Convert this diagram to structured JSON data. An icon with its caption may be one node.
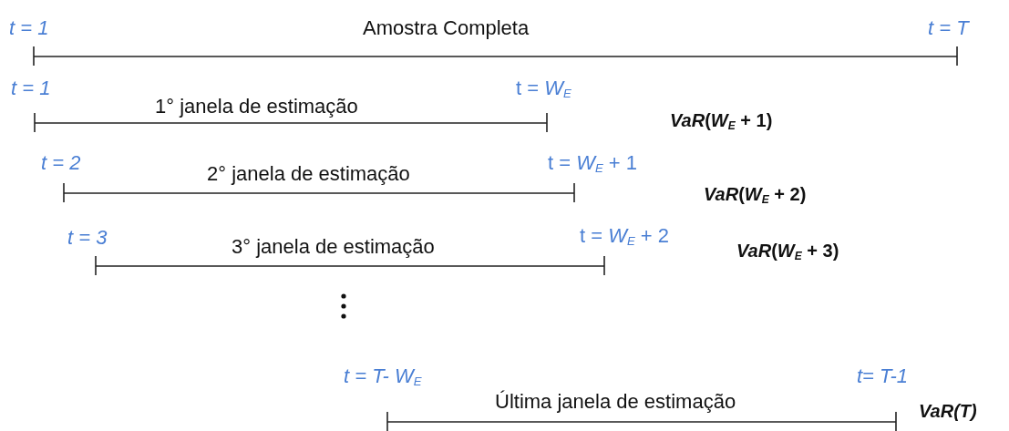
{
  "diagram": {
    "labels": [
      "t = 1",
      "Amostra Completa",
      "t = T",
      "t = 1",
      "1° janela de estimação",
      "t = *W*$_{E}$",
      "*VaR*(*W*$_{E}$ + 1)",
      "t = 2",
      "2° janela de estimação",
      "t = *W*$_{E}$ + 1",
      "*VaR*(*W*$_{E}$ + 2)",
      "t = 3",
      "3° janela de estimação",
      "t = *W*$_{E}$ + 2",
      "*VaR*(*W*$_{E}$ + 3)",
      "t = T- W$_{E}$",
      "Última janela de estimação",
      "t= T-1",
      "VaR(T)"
    ]
  }
}
